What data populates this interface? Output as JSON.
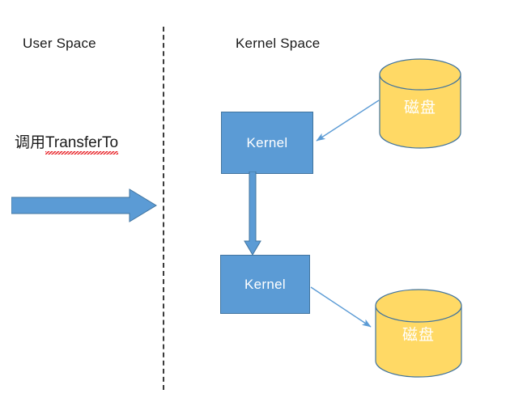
{
  "diagram": {
    "title_left": "User Space",
    "title_right": "Kernel Space",
    "divider": {
      "style": "dashed",
      "color": "#3b3b3b"
    }
  },
  "labels": {
    "user_space": "User Space",
    "kernel_space": "Kernel Space"
  },
  "call": {
    "prefix": "调用",
    "method": "TransferTo",
    "spellcheck_underline_color": "#e8252a"
  },
  "nodes": {
    "kernel_top": {
      "label": "Kernel"
    },
    "kernel_bottom": {
      "label": "Kernel"
    },
    "disk_top": {
      "label": "磁盘"
    },
    "disk_bottom": {
      "label": "磁盘"
    }
  },
  "colors": {
    "kernel_fill": "#5B9BD5",
    "kernel_stroke": "#41749f",
    "kernel_text": "#ffffff",
    "disk_fill": "#FFD965",
    "disk_stroke": "#41749f",
    "disk_text": "#ffffff",
    "arrow_fill": "#5B9BD5",
    "arrow_stroke": "#41749f",
    "connector_stroke": "#5B9BD5",
    "divider": "#3b3b3b",
    "text": "#1a1a1a"
  },
  "arrows": {
    "user_call": {
      "direction": "right",
      "from": "user-space",
      "to": "kernel-space"
    },
    "kernel_to_kernel": {
      "direction": "down",
      "from": "kernel_top",
      "to": "kernel_bottom"
    },
    "disk_top_to_kernel": {
      "direction": "left-down",
      "from": "disk_top",
      "to": "kernel_top"
    },
    "kernel_to_disk_bottom": {
      "direction": "right-down",
      "from": "kernel_bottom",
      "to": "disk_bottom"
    }
  }
}
